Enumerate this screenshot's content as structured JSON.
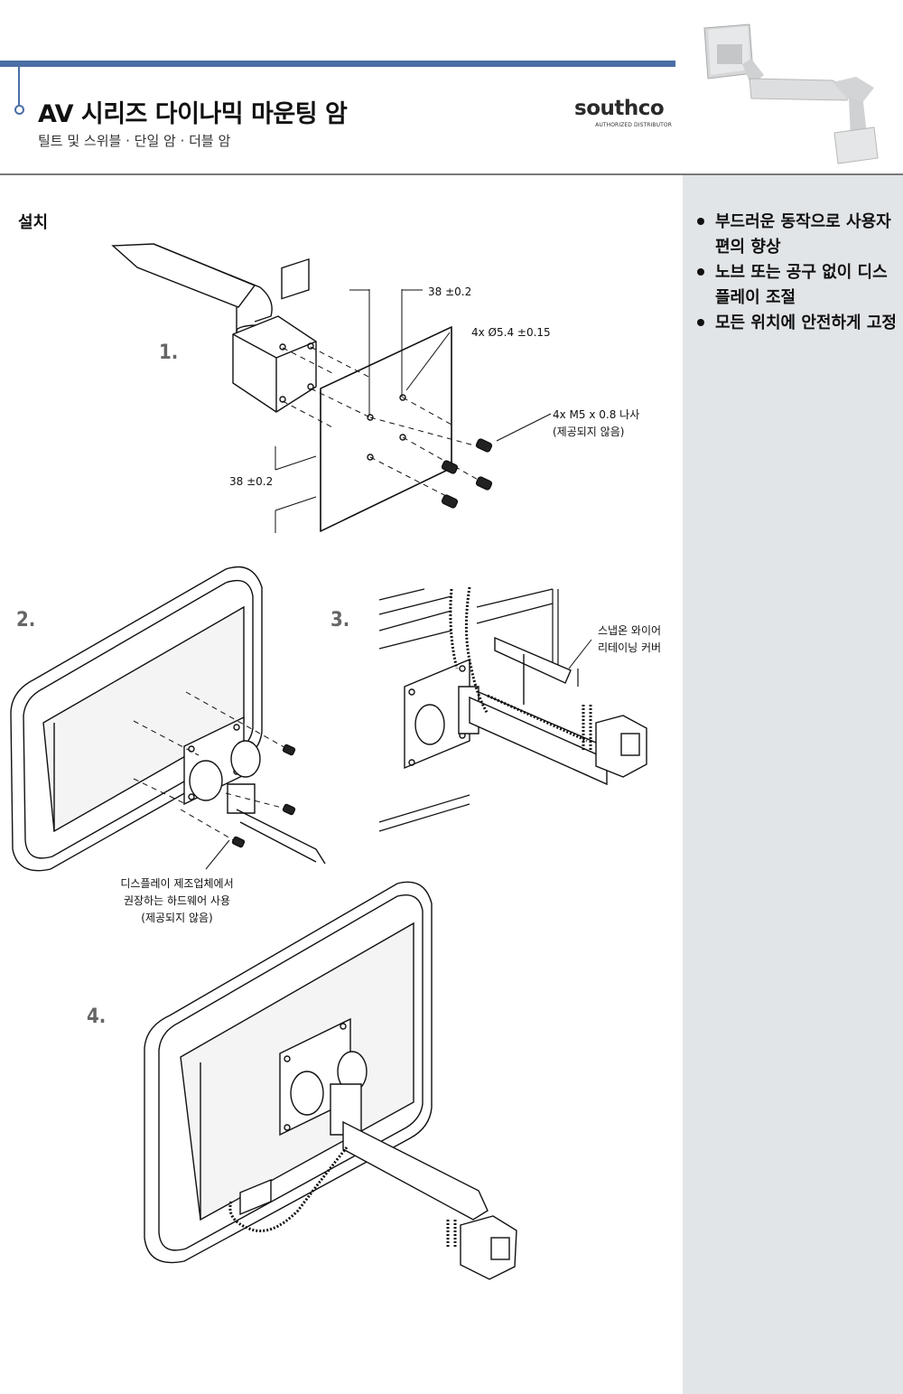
{
  "header": {
    "title": "AV 시리즈 다이나믹 마운팅 암",
    "subtitle": "틸트 및 스위블 · 단일 암 · 더블 암",
    "logo_text": "southco",
    "logo_subtext": "AUTHORIZED DISTRIBUTOR"
  },
  "section": {
    "title": "설치"
  },
  "steps": [
    "1.",
    "2.",
    "3.",
    "4."
  ],
  "step1": {
    "dim_top": "38 ±0.2",
    "hole_spec": "4x Ø5.4 ±0.15",
    "screw_spec": "4x M5 x 0.8 나사",
    "screw_note": "(제공되지 않음)",
    "dim_left": "38 ±0.2"
  },
  "step2": {
    "note_line1": "디스플레이 제조업체에서",
    "note_line2": "권장하는 하드웨어 사용",
    "note_line3": "(제공되지 않음)"
  },
  "step3": {
    "cover_line1": "스냅온 와이어",
    "cover_line2": "리테이닝 커버"
  },
  "sidebar": {
    "features": [
      "부드러운 동작으로 사용자 편의 향상",
      "노브 또는 공구 없이 디스플레이 조절",
      "모든 위치에 안전하게 고정"
    ]
  },
  "colors": {
    "accent_blue": "#4a6ea5",
    "sidebar_bg": "#e1e5e8",
    "rule_gray": "#7a7a7a"
  }
}
